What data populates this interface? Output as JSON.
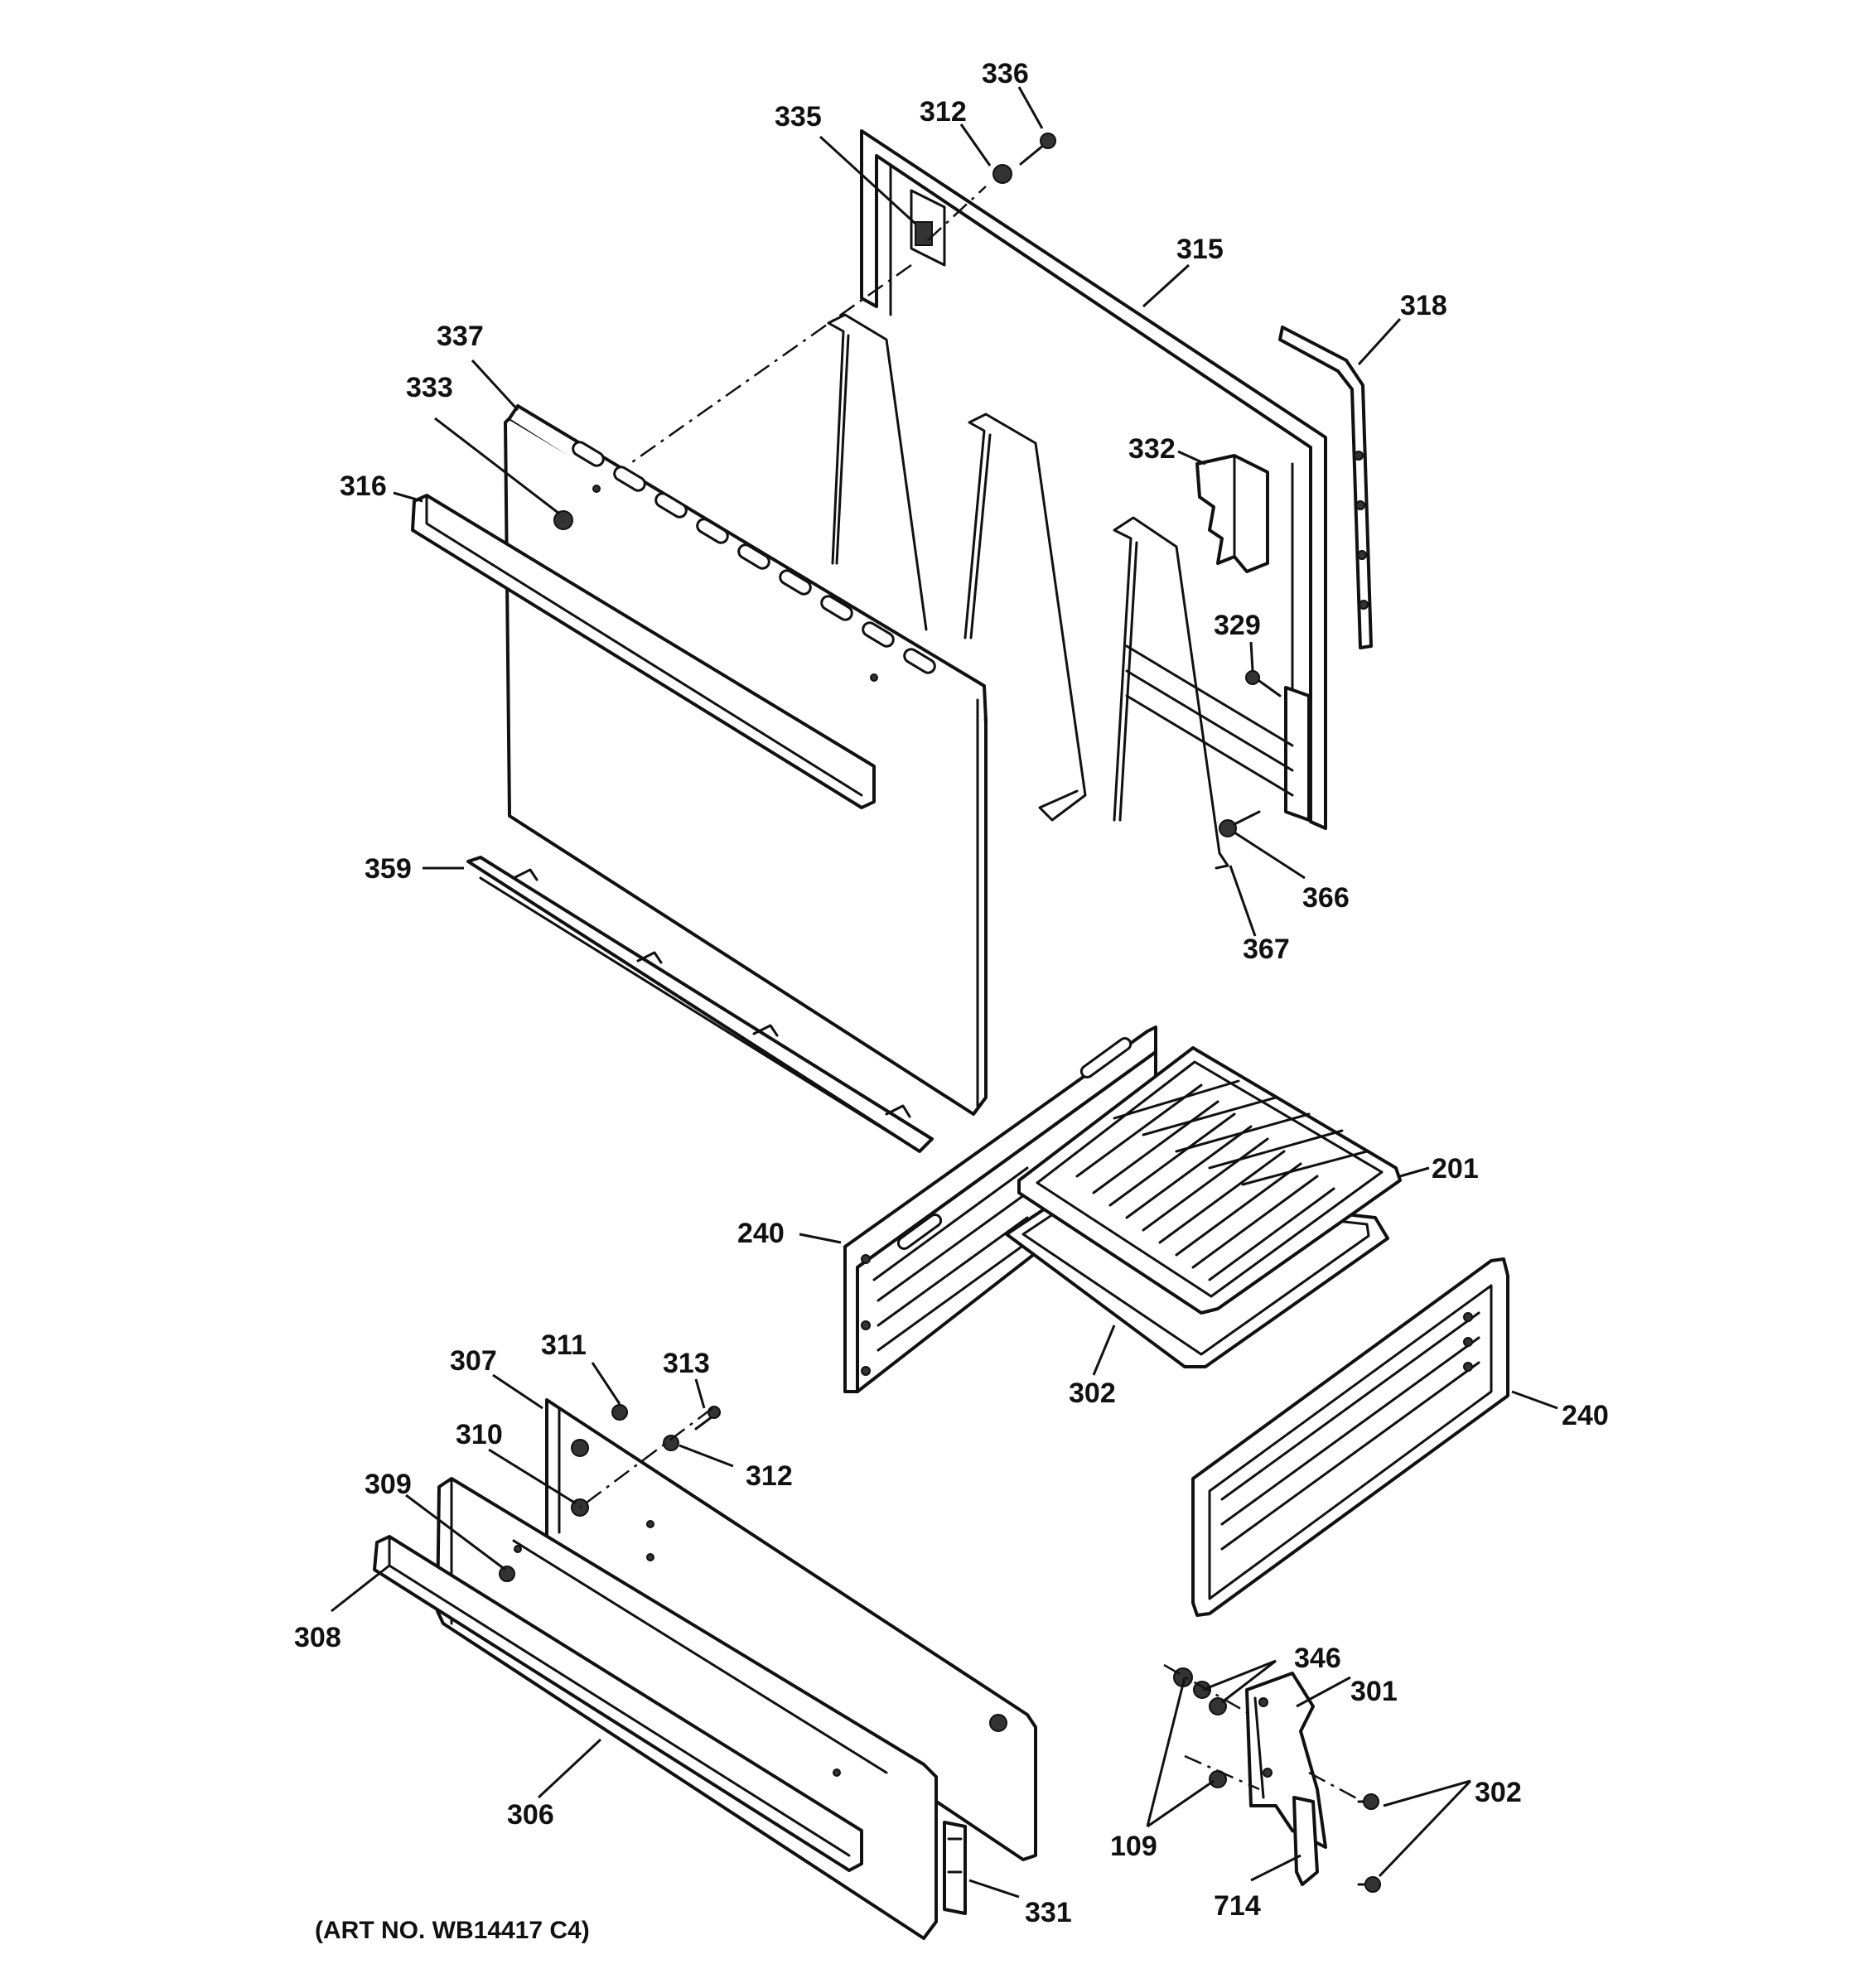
{
  "art_number": "(ART NO. WB14417 C4)",
  "callouts": [
    {
      "id": "c336a",
      "text": "336"
    },
    {
      "id": "c335",
      "text": "335"
    },
    {
      "id": "c312a",
      "text": "312"
    },
    {
      "id": "c315",
      "text": "315"
    },
    {
      "id": "c318",
      "text": "318"
    },
    {
      "id": "c337",
      "text": "337"
    },
    {
      "id": "c333",
      "text": "333"
    },
    {
      "id": "c316",
      "text": "316"
    },
    {
      "id": "c332",
      "text": "332"
    },
    {
      "id": "c329",
      "text": "329"
    },
    {
      "id": "c359",
      "text": "359"
    },
    {
      "id": "c366",
      "text": "366"
    },
    {
      "id": "c367",
      "text": "367"
    },
    {
      "id": "c201",
      "text": "201"
    },
    {
      "id": "c240a",
      "text": "240"
    },
    {
      "id": "c302a",
      "text": "302"
    },
    {
      "id": "c240b",
      "text": "240"
    },
    {
      "id": "c307",
      "text": "307"
    },
    {
      "id": "c311",
      "text": "311"
    },
    {
      "id": "c313",
      "text": "313"
    },
    {
      "id": "c310",
      "text": "310"
    },
    {
      "id": "c312b",
      "text": "312"
    },
    {
      "id": "c309",
      "text": "309"
    },
    {
      "id": "c308",
      "text": "308"
    },
    {
      "id": "c306",
      "text": "306"
    },
    {
      "id": "c331",
      "text": "331"
    },
    {
      "id": "c346",
      "text": "346"
    },
    {
      "id": "c301",
      "text": "301"
    },
    {
      "id": "c302b",
      "text": "302"
    },
    {
      "id": "c109",
      "text": "109"
    },
    {
      "id": "c714",
      "text": "714"
    }
  ]
}
